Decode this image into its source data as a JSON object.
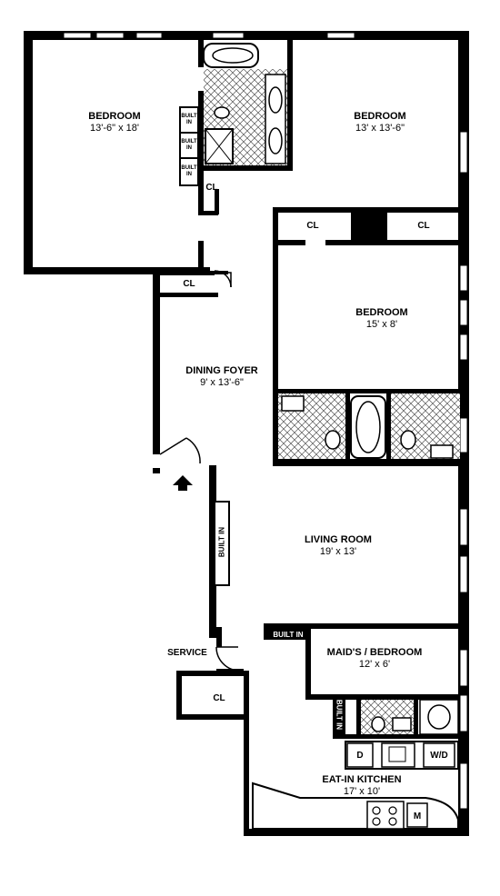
{
  "rooms": {
    "bedroom_nw": {
      "name": "BEDROOM",
      "dims": "13'-6\" x 18'"
    },
    "bedroom_ne": {
      "name": "BEDROOM",
      "dims": "13' x 13'-6\""
    },
    "bedroom_mid": {
      "name": "BEDROOM",
      "dims": "15' x 8'"
    },
    "dining_foyer": {
      "name": "DINING FOYER",
      "dims": "9' x 13'-6\""
    },
    "living_room": {
      "name": "LIVING ROOM",
      "dims": "19' x 13'"
    },
    "maids_bedroom": {
      "name": "MAID'S / BEDROOM",
      "dims": "12' x 6'"
    },
    "kitchen": {
      "name": "EAT-IN KITCHEN",
      "dims": "17' x 10'"
    }
  },
  "closets": {
    "cl_nw": "CL",
    "cl_ne_left": "CL",
    "cl_ne_right": "CL",
    "cl_foyer": "CL",
    "cl_service": "CL"
  },
  "builtins": {
    "bi_1": "BUILT IN",
    "bi_2": "BUILT IN",
    "bi_3": "BUILT IN",
    "bi_foyer": "BUILT IN",
    "bi_maid_top": "BUILT IN",
    "bi_maid_side": "BUILT IN"
  },
  "service": "SERVICE",
  "appliances": {
    "dishwasher": "D",
    "washer_dryer": "W/D",
    "microwave": "M"
  }
}
